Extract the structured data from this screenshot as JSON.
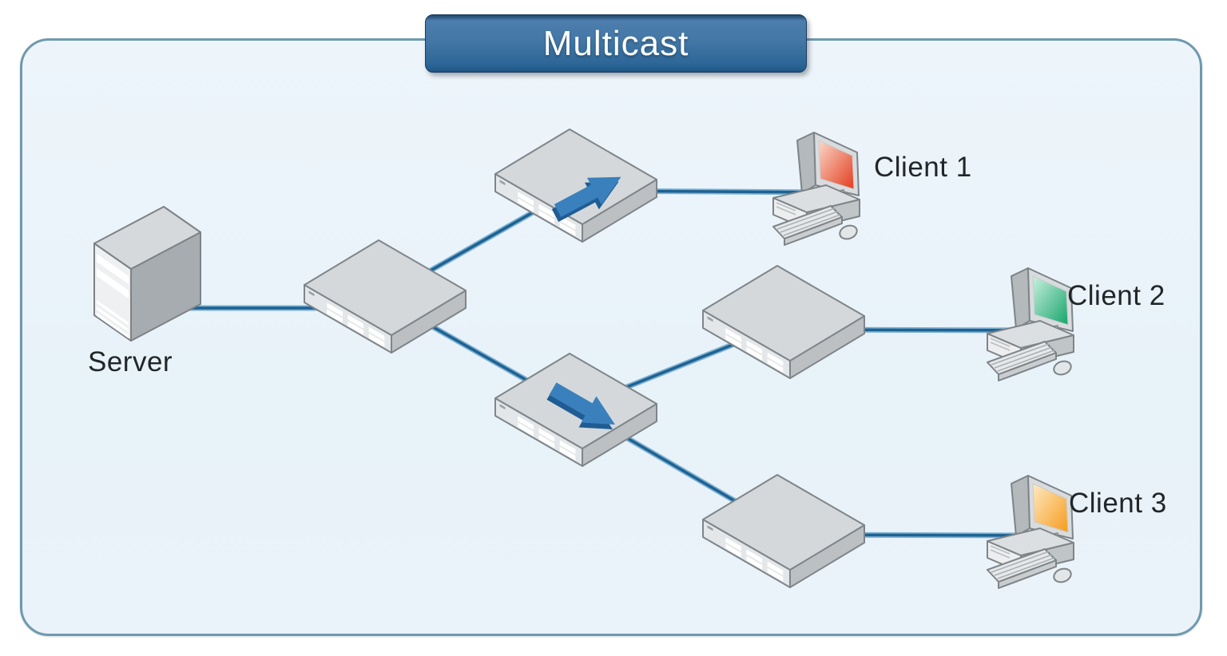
{
  "title": "Multicast",
  "colors": {
    "page_background": "#ffffff",
    "panel_fill": "#eaf3f9",
    "panel_border": "#6f99ae",
    "banner_gradient_top": "#4d7ead",
    "banner_gradient_bottom": "#235d8e",
    "banner_text_color": "#ffffff",
    "link_core": "#1d6292",
    "link_halo": "#7fb0d1",
    "arrow_fill": "#3a80bd",
    "arrow_shadow": "#1f5c94",
    "label_color": "#212629",
    "device_gray": "#d6d9db"
  },
  "nodes": {
    "server": {
      "type": "server",
      "label": "Server"
    },
    "switch1": {
      "type": "switch"
    },
    "switch2": {
      "type": "switch",
      "arrow": "up-right toward Client 1"
    },
    "switch3": {
      "type": "switch",
      "arrow": "down-right toward bottom branch"
    },
    "switch4": {
      "type": "switch"
    },
    "switch5": {
      "type": "switch"
    },
    "client1": {
      "type": "computer",
      "label": "Client 1",
      "screen_light": "#fbd8c8",
      "screen_dark": "#e23c1e"
    },
    "client2": {
      "type": "computer",
      "label": "Client 2",
      "screen_light": "#c9f0de",
      "screen_dark": "#16a56b"
    },
    "client3": {
      "type": "computer",
      "label": "Client 3",
      "screen_light": "#ffe9c2",
      "screen_dark": "#f59c1c"
    }
  },
  "edges": [
    {
      "from": "server",
      "to": "switch1"
    },
    {
      "from": "switch1",
      "to": "switch2"
    },
    {
      "from": "switch2",
      "to": "client1"
    },
    {
      "from": "switch1",
      "to": "switch3"
    },
    {
      "from": "switch3",
      "to": "switch4"
    },
    {
      "from": "switch4",
      "to": "client2"
    },
    {
      "from": "switch3",
      "to": "switch5"
    },
    {
      "from": "switch5",
      "to": "client3"
    }
  ]
}
